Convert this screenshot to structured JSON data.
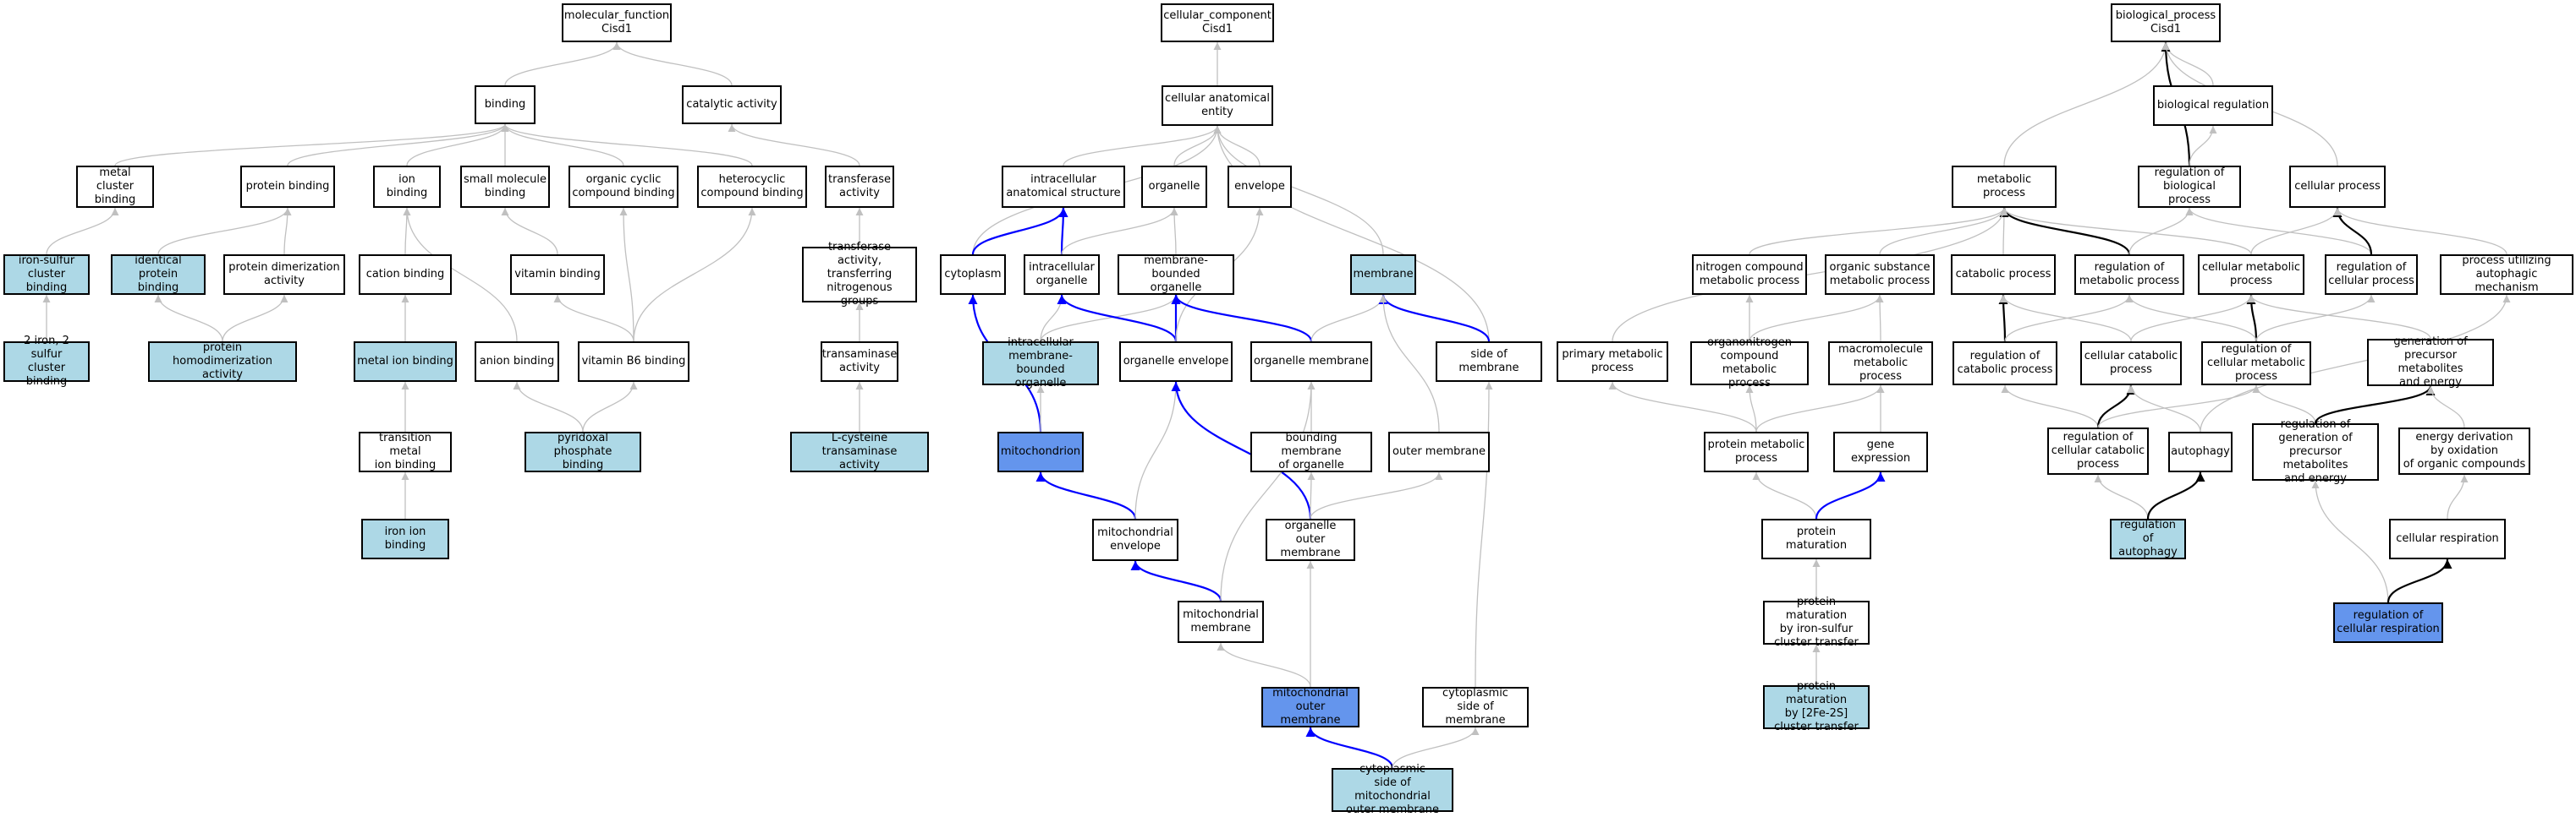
{
  "graph_title": "Cisd1 Gene Ontology graph",
  "colors": {
    "edge_gray": "#c0c0c0",
    "edge_black": "#000000",
    "edge_blue": "#0000ff",
    "node_white": "#ffffff",
    "node_lightblue": "#add8e6",
    "node_darkblue": "#6495ed"
  },
  "nodes": {
    "mf_root": "molecular_function\nCisd1",
    "binding": "binding",
    "catalytic_activity": "catalytic activity",
    "metal_cluster_binding": "metal cluster\nbinding",
    "protein_binding": "protein binding",
    "ion_binding": "ion binding",
    "small_molecule_binding": "small molecule\nbinding",
    "organic_cyclic_binding": "organic cyclic\ncompound binding",
    "heterocyclic_binding": "heterocyclic\ncompound binding",
    "transferase_activity": "transferase\nactivity",
    "iron_sulfur_binding": "iron-sulfur\ncluster binding",
    "identical_protein_binding": "identical protein\nbinding",
    "protein_dimerization": "protein dimerization\nactivity",
    "cation_binding": "cation binding",
    "vitamin_binding": "vitamin binding",
    "transferase_nitrogenous": "transferase\nactivity, transferring\nnitrogenous\ngroups",
    "fe2s2_binding": "2 iron, 2 sulfur\ncluster binding",
    "protein_homodimerization": "protein homodimerization\nactivity",
    "metal_ion_binding": "metal ion binding",
    "anion_binding": "anion binding",
    "vitamin_b6_binding": "vitamin B6 binding",
    "transaminase_activity": "transaminase\nactivity",
    "transition_metal_binding": "transition metal\nion binding",
    "pyridoxal_binding": "pyridoxal phosphate\nbinding",
    "cysteine_transaminase": "L-cysteine transaminase\nactivity",
    "iron_ion_binding": "iron ion binding",
    "cc_root": "cellular_component\nCisd1",
    "cellular_anatomical_entity": "cellular anatomical\nentity",
    "intracellular_anatomical": "intracellular\nanatomical structure",
    "organelle": "organelle",
    "envelope": "envelope",
    "cytoplasm": "cytoplasm",
    "intracellular_organelle": "intracellular\norganelle",
    "membrane_bounded_organelle": "membrane-bounded\norganelle",
    "membrane": "membrane",
    "intracellular_mb_organelle": "intracellular\nmembrane-bounded\norganelle",
    "organelle_envelope": "organelle envelope",
    "organelle_membrane": "organelle membrane",
    "side_of_membrane": "side of membrane",
    "mitochondrion": "mitochondrion",
    "bounding_membrane": "bounding membrane\nof organelle",
    "outer_membrane": "outer membrane",
    "mitochondrial_envelope": "mitochondrial\nenvelope",
    "organelle_outer_membrane": "organelle outer\nmembrane",
    "mitochondrial_membrane": "mitochondrial\nmembrane",
    "mito_outer_membrane": "mitochondrial\nouter membrane",
    "cytoplasmic_side_membrane": "cytoplasmic\nside of membrane",
    "cyto_side_mito_outer": "cytoplasmic\nside of mitochondrial\nouter membrane",
    "bp_root": "biological_process\nCisd1",
    "biological_regulation": "biological regulation",
    "metabolic_process": "metabolic process",
    "regulation_biological_process": "regulation of\nbiological process",
    "cellular_process": "cellular process",
    "nitrogen_compound_metabolic": "nitrogen compound\nmetabolic process",
    "organic_substance_metabolic": "organic substance\nmetabolic process",
    "catabolic_process": "catabolic process",
    "regulation_metabolic_process": "regulation of\nmetabolic process",
    "cellular_metabolic_process": "cellular metabolic\nprocess",
    "regulation_cellular_process": "regulation of\ncellular process",
    "process_autophagic": "process utilizing\nautophagic mechanism",
    "primary_metabolic": "primary metabolic\nprocess",
    "organonitrogen_metabolic": "organonitrogen\ncompound metabolic\nprocess",
    "macromolecule_metabolic": "macromolecule\nmetabolic process",
    "regulation_catabolic": "regulation of\ncatabolic process",
    "cellular_catabolic": "cellular catabolic\nprocess",
    "regulation_cellular_metabolic": "regulation of\ncellular metabolic\nprocess",
    "generation_precursor": "generation of\nprecursor metabolites\nand energy",
    "protein_metabolic": "protein metabolic\nprocess",
    "gene_expression": "gene expression",
    "regulation_cellular_catabolic": "regulation of\ncellular catabolic\nprocess",
    "autophagy": "autophagy",
    "regulation_generation_precursor": "regulation of\ngeneration of\nprecursor metabolites\nand energy",
    "energy_derivation": "energy derivation\nby oxidation\nof organic compounds",
    "protein_maturation": "protein maturation",
    "regulation_autophagy": "regulation of\nautophagy",
    "cellular_respiration": "cellular respiration",
    "protein_maturation_fes": "protein maturation\nby iron-sulfur\ncluster transfer",
    "regulation_cellular_respiration": "regulation of\ncellular respiration",
    "protein_maturation_2fe2s": "protein maturation\nby [2Fe-2S]\ncluster transfer"
  },
  "node_fill": {
    "iron_sulfur_binding": "lightblue",
    "identical_protein_binding": "lightblue",
    "fe2s2_binding": "lightblue",
    "protein_homodimerization": "lightblue",
    "metal_ion_binding": "lightblue",
    "pyridoxal_binding": "lightblue",
    "cysteine_transaminase": "lightblue",
    "iron_ion_binding": "lightblue",
    "membrane": "lightblue",
    "intracellular_mb_organelle": "lightblue",
    "cyto_side_mito_outer": "lightblue",
    "regulation_autophagy": "lightblue",
    "protein_maturation_2fe2s": "lightblue",
    "mitochondrion": "darkblue",
    "mito_outer_membrane": "darkblue",
    "regulation_cellular_respiration": "darkblue"
  },
  "edges": [
    [
      "binding",
      "mf_root",
      "gray"
    ],
    [
      "catalytic_activity",
      "mf_root",
      "gray"
    ],
    [
      "metal_cluster_binding",
      "binding",
      "gray"
    ],
    [
      "protein_binding",
      "binding",
      "gray"
    ],
    [
      "ion_binding",
      "binding",
      "gray"
    ],
    [
      "small_molecule_binding",
      "binding",
      "gray"
    ],
    [
      "organic_cyclic_binding",
      "binding",
      "gray"
    ],
    [
      "heterocyclic_binding",
      "binding",
      "gray"
    ],
    [
      "transferase_activity",
      "catalytic_activity",
      "gray"
    ],
    [
      "iron_sulfur_binding",
      "metal_cluster_binding",
      "gray"
    ],
    [
      "identical_protein_binding",
      "protein_binding",
      "gray"
    ],
    [
      "protein_dimerization",
      "protein_binding",
      "gray"
    ],
    [
      "cation_binding",
      "ion_binding",
      "gray"
    ],
    [
      "vitamin_binding",
      "small_molecule_binding",
      "gray"
    ],
    [
      "transferase_nitrogenous",
      "transferase_activity",
      "gray"
    ],
    [
      "fe2s2_binding",
      "iron_sulfur_binding",
      "gray"
    ],
    [
      "protein_homodimerization",
      "identical_protein_binding",
      "gray"
    ],
    [
      "protein_homodimerization",
      "protein_dimerization",
      "gray"
    ],
    [
      "metal_ion_binding",
      "cation_binding",
      "gray"
    ],
    [
      "anion_binding",
      "ion_binding",
      "gray"
    ],
    [
      "vitamin_b6_binding",
      "vitamin_binding",
      "gray"
    ],
    [
      "vitamin_b6_binding",
      "organic_cyclic_binding",
      "gray"
    ],
    [
      "vitamin_b6_binding",
      "heterocyclic_binding",
      "gray"
    ],
    [
      "transaminase_activity",
      "transferase_nitrogenous",
      "gray"
    ],
    [
      "transition_metal_binding",
      "metal_ion_binding",
      "gray"
    ],
    [
      "pyridoxal_binding",
      "anion_binding",
      "gray"
    ],
    [
      "pyridoxal_binding",
      "vitamin_b6_binding",
      "gray"
    ],
    [
      "cysteine_transaminase",
      "transaminase_activity",
      "gray"
    ],
    [
      "iron_ion_binding",
      "transition_metal_binding",
      "gray"
    ],
    [
      "cellular_anatomical_entity",
      "cc_root",
      "gray"
    ],
    [
      "intracellular_anatomical",
      "cellular_anatomical_entity",
      "gray"
    ],
    [
      "organelle",
      "cellular_anatomical_entity",
      "gray"
    ],
    [
      "envelope",
      "cellular_anatomical_entity",
      "gray"
    ],
    [
      "cytoplasm",
      "cellular_anatomical_entity",
      "gray"
    ],
    [
      "membrane",
      "cellular_anatomical_entity",
      "gray"
    ],
    [
      "side_of_membrane",
      "cellular_anatomical_entity",
      "gray"
    ],
    [
      "cytoplasm",
      "intracellular_anatomical",
      "blue"
    ],
    [
      "intracellular_organelle",
      "intracellular_anatomical",
      "blue"
    ],
    [
      "intracellular_organelle",
      "organelle",
      "gray"
    ],
    [
      "membrane_bounded_organelle",
      "organelle",
      "gray"
    ],
    [
      "intracellular_mb_organelle",
      "intracellular_organelle",
      "gray"
    ],
    [
      "intracellular_mb_organelle",
      "membrane_bounded_organelle",
      "gray"
    ],
    [
      "organelle_envelope",
      "intracellular_organelle",
      "blue"
    ],
    [
      "organelle_envelope",
      "membrane_bounded_organelle",
      "blue"
    ],
    [
      "organelle_envelope",
      "envelope",
      "gray"
    ],
    [
      "organelle_membrane",
      "membrane_bounded_organelle",
      "blue"
    ],
    [
      "organelle_membrane",
      "membrane",
      "gray"
    ],
    [
      "side_of_membrane",
      "membrane",
      "blue"
    ],
    [
      "mitochondrion",
      "cytoplasm",
      "blue"
    ],
    [
      "mitochondrion",
      "intracellular_mb_organelle",
      "gray"
    ],
    [
      "bounding_membrane",
      "organelle_membrane",
      "gray"
    ],
    [
      "outer_membrane",
      "membrane",
      "gray"
    ],
    [
      "mitochondrial_envelope",
      "mitochondrion",
      "blue"
    ],
    [
      "mitochondrial_envelope",
      "organelle_envelope",
      "gray"
    ],
    [
      "organelle_outer_membrane",
      "organelle_envelope",
      "blue"
    ],
    [
      "organelle_outer_membrane",
      "bounding_membrane",
      "gray"
    ],
    [
      "organelle_outer_membrane",
      "outer_membrane",
      "gray"
    ],
    [
      "mitochondrial_membrane",
      "mitochondrial_envelope",
      "blue"
    ],
    [
      "mitochondrial_membrane",
      "organelle_membrane",
      "gray"
    ],
    [
      "mito_outer_membrane",
      "mitochondrial_membrane",
      "gray"
    ],
    [
      "mito_outer_membrane",
      "organelle_outer_membrane",
      "gray"
    ],
    [
      "cytoplasmic_side_membrane",
      "side_of_membrane",
      "gray"
    ],
    [
      "cyto_side_mito_outer",
      "mito_outer_membrane",
      "blue"
    ],
    [
      "cyto_side_mito_outer",
      "cytoplasmic_side_membrane",
      "gray"
    ],
    [
      "metabolic_process",
      "bp_root",
      "gray"
    ],
    [
      "biological_regulation",
      "bp_root",
      "gray"
    ],
    [
      "regulation_biological_process",
      "bp_root",
      "black"
    ],
    [
      "cellular_process",
      "bp_root",
      "gray"
    ],
    [
      "regulation_biological_process",
      "biological_regulation",
      "gray"
    ],
    [
      "nitrogen_compound_metabolic",
      "metabolic_process",
      "gray"
    ],
    [
      "organic_substance_metabolic",
      "metabolic_process",
      "gray"
    ],
    [
      "catabolic_process",
      "metabolic_process",
      "gray"
    ],
    [
      "regulation_metabolic_process",
      "metabolic_process",
      "black"
    ],
    [
      "cellular_metabolic_process",
      "metabolic_process",
      "gray"
    ],
    [
      "primary_metabolic",
      "metabolic_process",
      "gray"
    ],
    [
      "regulation_metabolic_process",
      "regulation_biological_process",
      "gray"
    ],
    [
      "regulation_cellular_process",
      "regulation_biological_process",
      "gray"
    ],
    [
      "cellular_metabolic_process",
      "cellular_process",
      "gray"
    ],
    [
      "regulation_cellular_process",
      "cellular_process",
      "black"
    ],
    [
      "process_autophagic",
      "cellular_process",
      "gray"
    ],
    [
      "organonitrogen_metabolic",
      "nitrogen_compound_metabolic",
      "gray"
    ],
    [
      "organonitrogen_metabolic",
      "organic_substance_metabolic",
      "gray"
    ],
    [
      "macromolecule_metabolic",
      "organic_substance_metabolic",
      "gray"
    ],
    [
      "regulation_catabolic",
      "catabolic_process",
      "black"
    ],
    [
      "regulation_catabolic",
      "regulation_metabolic_process",
      "gray"
    ],
    [
      "cellular_catabolic",
      "catabolic_process",
      "gray"
    ],
    [
      "cellular_catabolic",
      "cellular_metabolic_process",
      "gray"
    ],
    [
      "regulation_cellular_metabolic",
      "cellular_metabolic_process",
      "black"
    ],
    [
      "regulation_cellular_metabolic",
      "regulation_metabolic_process",
      "gray"
    ],
    [
      "regulation_cellular_metabolic",
      "regulation_cellular_process",
      "gray"
    ],
    [
      "generation_precursor",
      "cellular_metabolic_process",
      "gray"
    ],
    [
      "protein_metabolic",
      "primary_metabolic",
      "gray"
    ],
    [
      "protein_metabolic",
      "organonitrogen_metabolic",
      "gray"
    ],
    [
      "protein_metabolic",
      "macromolecule_metabolic",
      "gray"
    ],
    [
      "gene_expression",
      "macromolecule_metabolic",
      "gray"
    ],
    [
      "regulation_cellular_catabolic",
      "regulation_catabolic",
      "gray"
    ],
    [
      "regulation_cellular_catabolic",
      "cellular_catabolic",
      "black"
    ],
    [
      "regulation_cellular_catabolic",
      "regulation_cellular_metabolic",
      "gray"
    ],
    [
      "autophagy",
      "cellular_catabolic",
      "gray"
    ],
    [
      "autophagy",
      "process_autophagic",
      "gray"
    ],
    [
      "regulation_generation_precursor",
      "regulation_cellular_metabolic",
      "gray"
    ],
    [
      "regulation_generation_precursor",
      "generation_precursor",
      "black"
    ],
    [
      "energy_derivation",
      "generation_precursor",
      "gray"
    ],
    [
      "protein_maturation",
      "protein_metabolic",
      "gray"
    ],
    [
      "protein_maturation",
      "gene_expression",
      "blue"
    ],
    [
      "regulation_autophagy",
      "regulation_cellular_catabolic",
      "gray"
    ],
    [
      "regulation_autophagy",
      "autophagy",
      "black"
    ],
    [
      "cellular_respiration",
      "energy_derivation",
      "gray"
    ],
    [
      "protein_maturation_fes",
      "protein_maturation",
      "gray"
    ],
    [
      "regulation_cellular_respiration",
      "regulation_generation_precursor",
      "gray"
    ],
    [
      "regulation_cellular_respiration",
      "cellular_respiration",
      "black"
    ],
    [
      "protein_maturation_2fe2s",
      "protein_maturation_fes",
      "gray"
    ]
  ]
}
